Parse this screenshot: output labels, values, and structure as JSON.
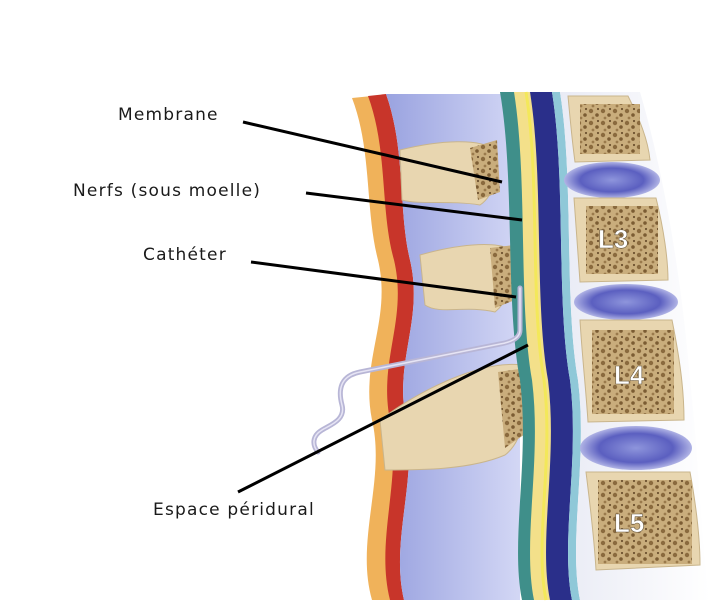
{
  "labels": {
    "membrane": "Membrane",
    "nerfs": "Nerfs (sous moelle)",
    "catheter": "Cathéter",
    "espace": "Espace péridural"
  },
  "vertebrae": [
    "L3",
    "L4",
    "L5"
  ],
  "colors": {
    "bone": "#e8d6b0",
    "marrow": "#a8875a",
    "disc": "#5b5fc0",
    "disc_halo": "#c9ccf0",
    "dura_blue": "#2a2f8a",
    "csf_teal": "#3f8f8a",
    "nerve_yellow": "#f3e85a",
    "red_ligament": "#c8352a",
    "fat_orange": "#f0b25a",
    "ligament_lavender": "#b9c0ee",
    "catheter": "#b8b6d6",
    "leader_line": "#000000"
  }
}
